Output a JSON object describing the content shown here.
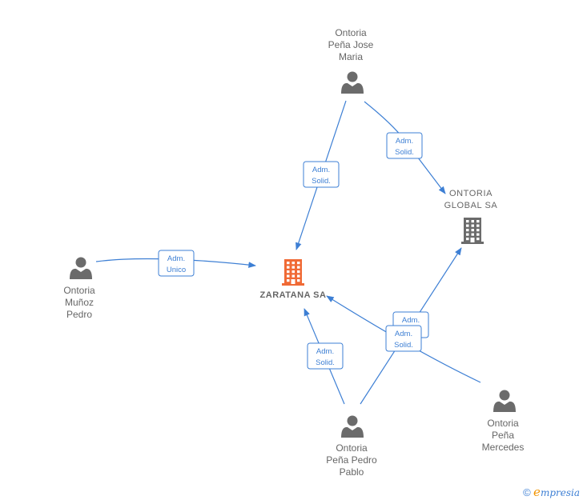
{
  "nodes": {
    "zaratana": {
      "label": [
        "ZARATANA SA"
      ],
      "type": "company",
      "color": "#f06a35"
    },
    "ontoria_global": {
      "label": [
        "ONTORIA",
        "GLOBAL SA"
      ],
      "type": "company",
      "color": "#6b6b6b"
    },
    "jose_maria": {
      "label": [
        "Ontoria",
        "Peña Jose",
        "Maria"
      ],
      "type": "person"
    },
    "munoz_pedro": {
      "label": [
        "Ontoria",
        "Muñoz",
        "Pedro"
      ],
      "type": "person"
    },
    "pedro_pablo": {
      "label": [
        "Ontoria",
        "Peña Pedro",
        "Pablo"
      ],
      "type": "person"
    },
    "mercedes": {
      "label": [
        "Ontoria",
        "Peña",
        "Mercedes"
      ],
      "type": "person"
    }
  },
  "edges": [
    {
      "id": "jose-zaratana",
      "from": "jose_maria",
      "to": "zaratana",
      "label": [
        "Adm.",
        "Solid."
      ]
    },
    {
      "id": "jose-global",
      "from": "jose_maria",
      "to": "ontoria_global",
      "label": [
        "Adm.",
        "Solid."
      ]
    },
    {
      "id": "munoz-zaratana",
      "from": "munoz_pedro",
      "to": "zaratana",
      "label": [
        "Adm.",
        "Unico"
      ]
    },
    {
      "id": "pablo-zaratana",
      "from": "pedro_pablo",
      "to": "zaratana",
      "label": [
        "Adm.",
        "Solid."
      ]
    },
    {
      "id": "pablo-global",
      "from": "pedro_pablo",
      "to": "ontoria_global",
      "label": [
        "Adm.",
        "Solid."
      ]
    },
    {
      "id": "mercedes-zaratana",
      "from": "mercedes",
      "to": "zaratana",
      "label": [
        "Adm.",
        "Solid."
      ]
    }
  ],
  "colors": {
    "edge": "#3d7fd4",
    "person": "#6b6b6b",
    "label": "#666666"
  },
  "icons": {
    "person": "person-icon",
    "company": "building-icon"
  },
  "watermark": {
    "copyright": "©",
    "brand_initial": "e",
    "brand_rest": "mpresia"
  }
}
